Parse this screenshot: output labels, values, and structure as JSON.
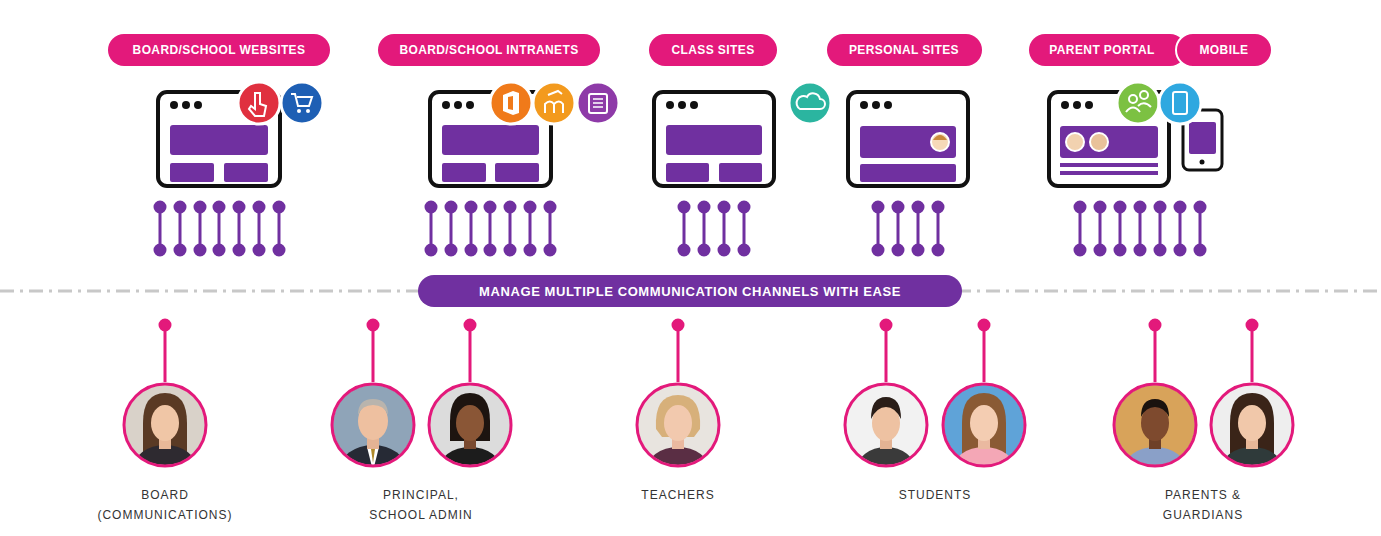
{
  "diagram": {
    "nodes": [
      {
        "text": [
          "BOARD/SCHOOL WEBSITES"
        ]
      },
      {
        "text": [
          "BOARD/SCHOOL INTRANETS"
        ]
      },
      {
        "text": [
          "CLASS SITES"
        ]
      },
      {
        "text": [
          "PERSONAL SITES"
        ]
      },
      {
        "text": [
          "PARENT PORTAL"
        ]
      },
      {
        "text": [
          "MOBILE"
        ]
      },
      {
        "text": [
          "MANAGE MULTIPLE COMMUNICATION CHANNELS WITH EASE"
        ]
      }
    ],
    "labels": [
      "BOARD (COMMUNICATIONS)",
      "PRINCIPAL, SCHOOL ADMIN",
      "TEACHERS",
      "STUDENTS",
      "PARENTS & GUARDIANS"
    ]
  }
}
